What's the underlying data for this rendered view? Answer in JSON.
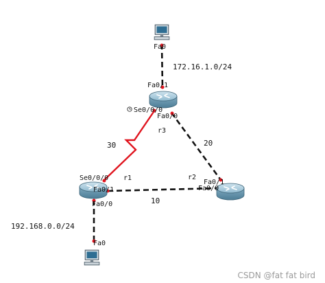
{
  "devices": {
    "pc_top": {
      "iface": "Fa0"
    },
    "pc_bottom": {
      "iface": "Fa0"
    },
    "r3": {
      "name": "r3",
      "ifaces": {
        "se": "Se0/0/0",
        "fa_up": "Fa0/1",
        "fa_down": "Fa0/0"
      }
    },
    "r1": {
      "name": "r1",
      "ifaces": {
        "se": "Se0/0/0",
        "fa_right": "Fa0/1",
        "fa_down": "Fa0/0"
      }
    },
    "r2": {
      "name": "r2",
      "ifaces": {
        "fa_top": "Fa0/1",
        "fa_left": "Fa0/0"
      }
    }
  },
  "links": {
    "top_net": "172.16.1.0/24",
    "bottom_net": "192.168.0.0/24",
    "r3_r1_cost": "30",
    "r3_r2_cost": "20",
    "r1_r2_cost": "10"
  },
  "colors": {
    "ethernet": "#111111",
    "serial": "#e0141e",
    "endpoint": "#e0141e",
    "router_body": "#7fb0c9"
  },
  "watermark": "CSDN @fat fat bird"
}
